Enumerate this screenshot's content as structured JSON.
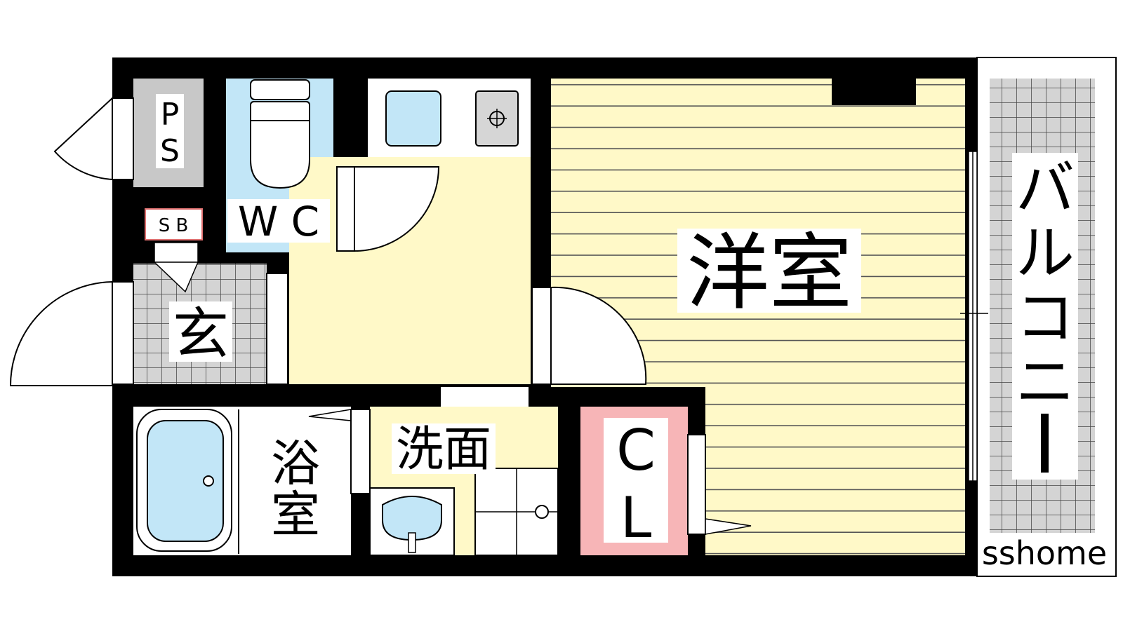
{
  "rooms": {
    "ps": {
      "line1": "P",
      "line2": "S"
    },
    "wc": "W C",
    "sb": "S B",
    "entrance": "玄",
    "western_room": "洋室",
    "balcony": [
      "バ",
      "ル",
      "コ",
      "ニ",
      "ー"
    ],
    "bath": {
      "line1": "浴",
      "line2": "室"
    },
    "washroom": "洗面",
    "closet": {
      "line1": "C",
      "line2": "L"
    }
  },
  "watermark": "sshome",
  "colors": {
    "wall": "#000000",
    "floor_yellow": "#fff9c8",
    "fixture_blue": "#c2e6f7",
    "closet_pink": "#f7b5b7",
    "ps_gray": "#c8c8c8",
    "tile_gray": "#d4d4d4",
    "floor_line": "#555555"
  }
}
